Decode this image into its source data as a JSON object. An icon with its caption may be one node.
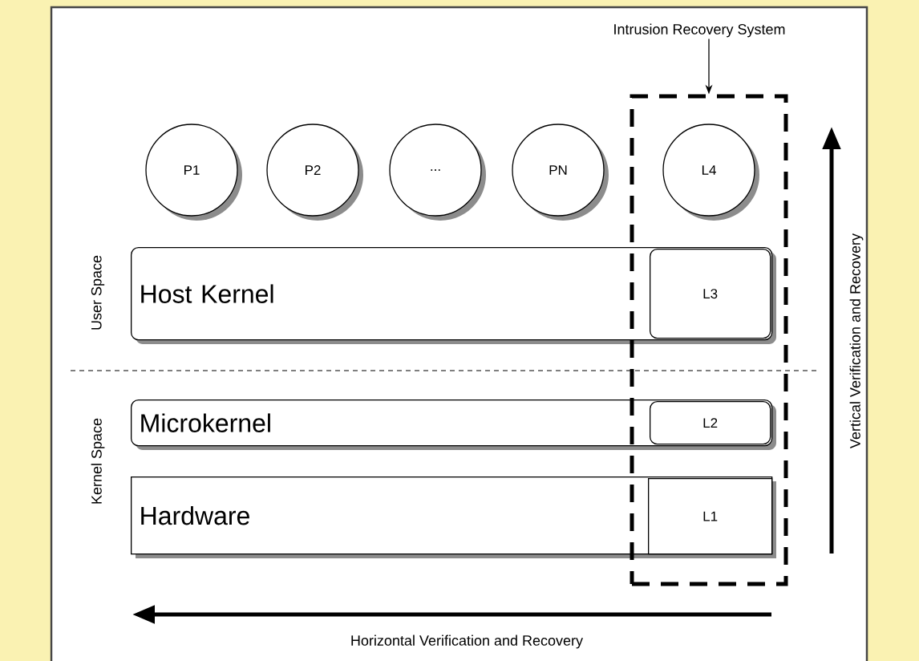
{
  "diagram": {
    "nodes": [
      {
        "text": [
          "Intrusion Recovery System"
        ]
      },
      {
        "text": [],
        "shape": "box"
      },
      {
        "text": [
          "P1"
        ]
      },
      {
        "text": [
          "P2"
        ]
      },
      {
        "text": [
          "..."
        ]
      },
      {
        "text": [
          "PN"
        ]
      },
      {
        "text": [
          "L4"
        ],
        "in": 1
      },
      {
        "text": [
          "Host Kernel"
        ]
      },
      {
        "text": [
          "L3"
        ]
      },
      {
        "text": [
          "Microkernel"
        ]
      },
      {
        "text": [
          "L2"
        ]
      },
      {
        "text": [
          "Hardware"
        ]
      },
      {
        "text": [
          "L1"
        ]
      }
    ],
    "edges": [
      {
        "from": 0,
        "to": 1,
        "arrow": "to"
      }
    ],
    "labels": [
      "User Space",
      "Kernel Space",
      "Vertical Verification and Recovery",
      "Horizontal Verification and Recovery"
    ]
  }
}
